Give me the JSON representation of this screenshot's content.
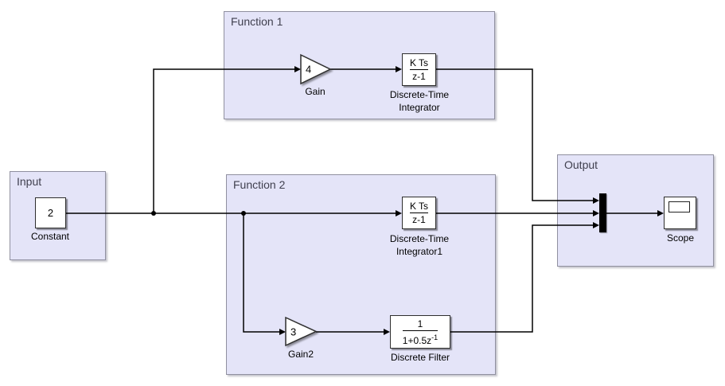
{
  "colors": {
    "background": "#ffffff",
    "area_fill": "#e4e4f8",
    "area_border": "#9090a0",
    "area_title": "#40404f",
    "block_fill": "#ffffff",
    "block_border": "#2e2e2e",
    "wire": "#000000",
    "mux_fill": "#000000",
    "label": "#000000"
  },
  "areas": {
    "input": {
      "title": "Input"
    },
    "function1": {
      "title": "Function 1"
    },
    "function2": {
      "title": "Function 2"
    },
    "output": {
      "title": "Output"
    }
  },
  "blocks": {
    "constant": {
      "value": "2",
      "label": "Constant"
    },
    "gain": {
      "value": "4",
      "label": "Gain"
    },
    "integrator": {
      "numerator": "K Ts",
      "denominator": "z-1",
      "label_line1": "Discrete-Time",
      "label_line2": "Integrator"
    },
    "integrator1": {
      "numerator": "K Ts",
      "denominator": "z-1",
      "label_line1": "Discrete-Time",
      "label_line2": "Integrator1"
    },
    "gain2": {
      "value": "3",
      "label": "Gain2"
    },
    "discrete_filter": {
      "numerator": "1",
      "denominator_base": "1+0.5z",
      "denominator_sup": "-1",
      "label": "Discrete Filter"
    },
    "scope": {
      "label": "Scope"
    }
  }
}
